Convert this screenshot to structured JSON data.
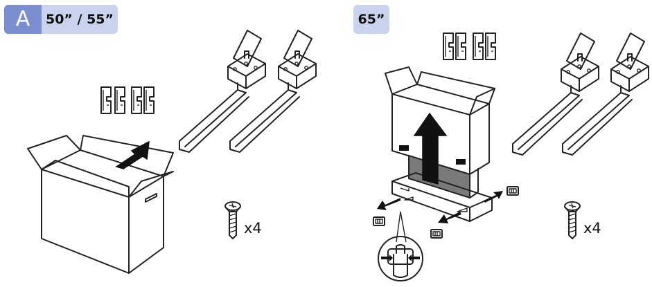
{
  "panel_a": {
    "step_letter": "A",
    "tv_size_label": "50” / 55”",
    "screw_quantity": "x4"
  },
  "panel_b": {
    "tv_size_label": "65”",
    "screw_quantity": "x4"
  },
  "colors": {
    "step_letter_bg": "#7b8fd0",
    "size_label_bg": "#c9d3ee",
    "box_window_gray": "#7a7a7a"
  },
  "icons": [
    "stand-leg-icon",
    "hinge-clip-icon",
    "screw-icon",
    "box-icon",
    "up-arrow-icon",
    "handle-detail-icon",
    "outward-arrow-icon"
  ]
}
